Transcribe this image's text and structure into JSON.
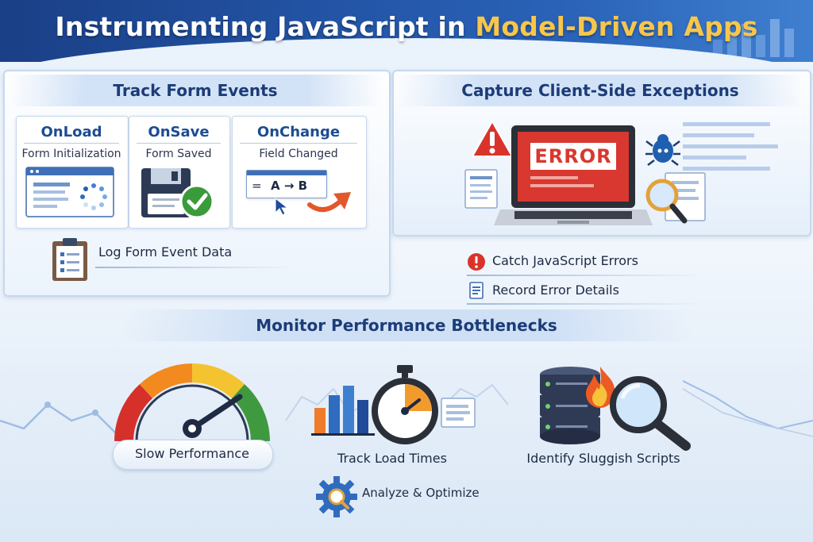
{
  "header": {
    "title_part1": "Instrumenting JavaScript in ",
    "title_part2": "Model-Driven Apps"
  },
  "form_events": {
    "title": "Track Form Events",
    "cards": [
      {
        "title": "OnLoad",
        "subtitle": "Form Initialization"
      },
      {
        "title": "OnSave",
        "subtitle": "Form Saved"
      },
      {
        "title": "OnChange",
        "subtitle": "Field Changed",
        "field_text": "A → B"
      }
    ],
    "log_label": "Log Form Event Data"
  },
  "exceptions": {
    "title": "Capture Client-Side Exceptions",
    "screen_text": "ERROR",
    "items": [
      "Catch JavaScript Errors",
      "Record Error Details"
    ]
  },
  "performance": {
    "title": "Monitor Performance Bottlenecks",
    "items": [
      "Slow Performance",
      "Track Load Times",
      "Identify Sluggish Scripts"
    ],
    "footer": "Analyze & Optimize"
  },
  "colors": {
    "header_blue": "#1f4b9a",
    "title_accent": "#f7c64b",
    "error_red": "#d9342b",
    "success_green": "#3a9b3a"
  }
}
